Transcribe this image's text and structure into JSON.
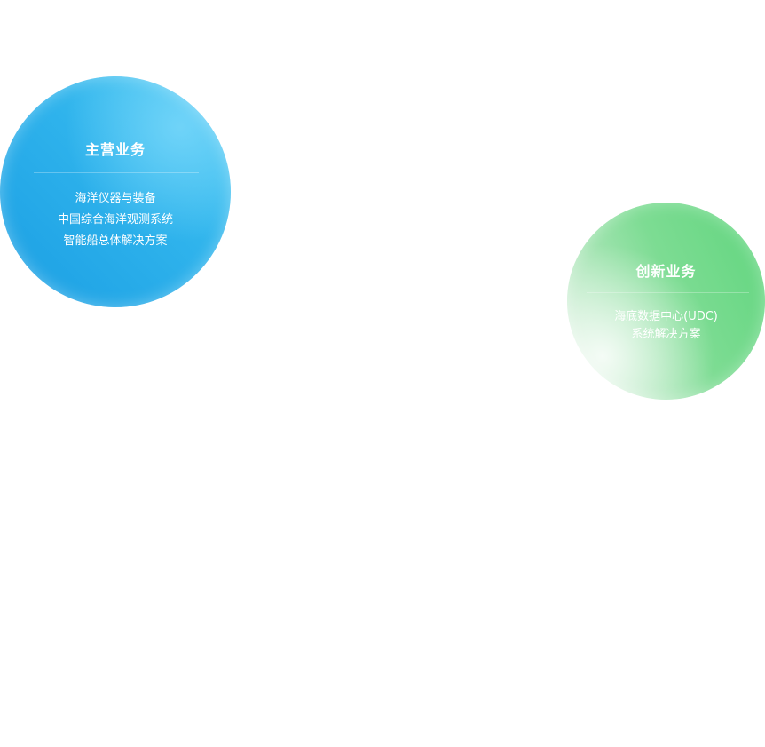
{
  "main_business": {
    "title": "主营业务",
    "items": [
      "海洋仪器与装备",
      "中国综合海洋观测系统",
      "智能船总体解决方案"
    ]
  },
  "innovation_business": {
    "title": "创新业务",
    "items": [
      "海底数据中心(UDC)",
      "系统解决方案"
    ]
  },
  "colors": {
    "main_bubble": "#2fb3ec",
    "innovation_bubble": "#7ddc93",
    "text": "#ffffff",
    "background": "#ffffff"
  }
}
